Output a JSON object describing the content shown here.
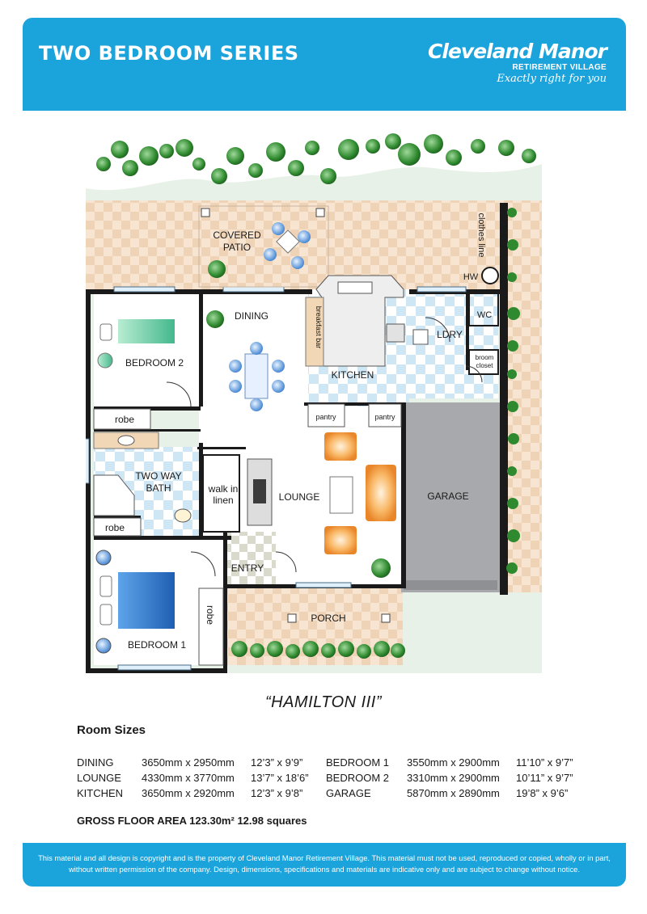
{
  "header": {
    "series_title": "TWO BEDROOM SERIES",
    "brand_name": "Cleveland Manor",
    "brand_sub": "RETIREMENT VILLAGE",
    "brand_tagline": "Exactly right for you"
  },
  "plan_labels": {
    "covered_patio_1": "COVERED",
    "covered_patio_2": "PATIO",
    "dining": "DINING",
    "breakfast_bar": "breakfast bar",
    "kitchen": "KITCHEN",
    "ldry": "LDRY",
    "wc": "WC",
    "broom_1": "broom",
    "broom_2": "closet",
    "clothes_line": "clothes line",
    "hw": "HW",
    "bedroom_2": "BEDROOM 2",
    "robe_top": "robe",
    "two_way_1": "TWO WAY",
    "two_way_2": "BATH",
    "walk_in_1": "walk in",
    "walk_in_2": "linen",
    "lounge": "LOUNGE",
    "pantry_left": "pantry",
    "pantry_right": "pantry",
    "garage": "GARAGE",
    "robe_mid": "robe",
    "entry": "ENTRY",
    "porch": "PORCH",
    "robe_side": "robe",
    "bedroom_1": "BEDROOM 1"
  },
  "model_name": "“HAMILTON III”",
  "room_sizes": {
    "heading": "Room Sizes",
    "left": [
      {
        "room": "DINING",
        "metric": "3650mm x 2950mm",
        "imperial": "12’3” x 9’9”"
      },
      {
        "room": "LOUNGE",
        "metric": "4330mm x 3770mm",
        "imperial": "13’7” x 18’6”"
      },
      {
        "room": "KITCHEN",
        "metric": "3650mm x 2920mm",
        "imperial": "12’3” x 9’8”"
      }
    ],
    "right": [
      {
        "room": "BEDROOM 1",
        "metric": "3550mm x 2900mm",
        "imperial": "11’10” x 9’7”"
      },
      {
        "room": "BEDROOM 2",
        "metric": "3310mm x 2900mm",
        "imperial": "10’11” x 9’7”"
      },
      {
        "room": "GARAGE",
        "metric": "5870mm x 2890mm",
        "imperial": "19’8” x 9’6”"
      }
    ]
  },
  "gross_floor_area": {
    "label": "GROSS FLOOR AREA",
    "value": "123.30m²",
    "squares": "12.98 squares"
  },
  "footer_text": "This material and all design is copyright and is the property of Cleveland Manor Retirement Village. This material must not be used, reproduced or copied, wholly or in part, without written permission of the company. Design, dimensions, specifications and materials are indicative only and are subject to change without notice.",
  "colors": {
    "brand_blue": "#1ba3dc",
    "wall": "#1a1a1a",
    "paving": "#f4dcc4",
    "tile_blue": "#d2e9f6",
    "garage_grey": "#a6a8ab",
    "lawn": "#e6f0e6",
    "sofa_orange": "#f49a3c",
    "bed_blue": "#2f78c4",
    "plant_green": "#2f8a2f"
  }
}
